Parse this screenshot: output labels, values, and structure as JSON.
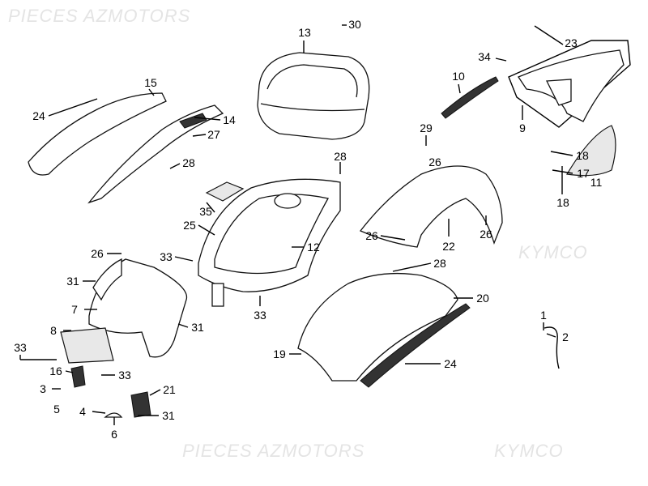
{
  "diagram": {
    "title": "Kymco carrosserie arrière - vue éclatée",
    "watermark": [
      "PIECES AZMOTORS",
      "KYMCO"
    ],
    "callouts": [
      "13",
      "30",
      "23",
      "34",
      "10",
      "15",
      "24",
      "14",
      "27",
      "9",
      "29",
      "28",
      "28",
      "18",
      "26",
      "17",
      "11",
      "35",
      "18",
      "25",
      "12",
      "26",
      "22",
      "26",
      "26",
      "33",
      "28",
      "31",
      "7",
      "20",
      "33",
      "1",
      "31",
      "8",
      "2",
      "33",
      "19",
      "24",
      "16",
      "33",
      "3",
      "21",
      "5",
      "4",
      "31",
      "6"
    ]
  }
}
